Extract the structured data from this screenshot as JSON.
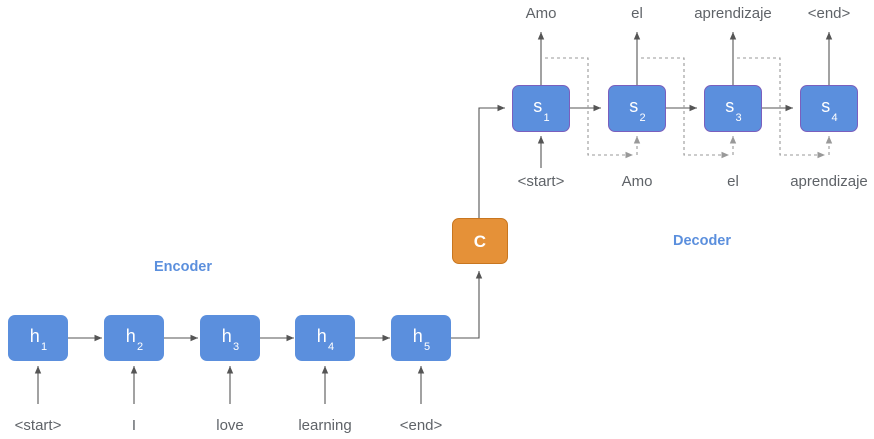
{
  "diagram": {
    "title": "Sequence-to-sequence encoder-decoder with context vector",
    "colors": {
      "encoder_fill": "#5b8fdd",
      "decoder_fill": "#5b8fdd",
      "decoder_stroke": "#7a5fbd",
      "context_fill": "#e59138",
      "context_stroke": "#c8761f",
      "label_text": "#5f6368",
      "section_label": "#5b8fdd",
      "wire": "#555555",
      "dotted_wire": "#999999",
      "background": "#ffffff"
    },
    "sections": {
      "encoder_label": "Encoder",
      "decoder_label": "Decoder"
    },
    "context": {
      "label": "C"
    },
    "encoder": {
      "cells": [
        {
          "base": "h",
          "sub": "1",
          "input": "<start>"
        },
        {
          "base": "h",
          "sub": "2",
          "input": "I"
        },
        {
          "base": "h",
          "sub": "3",
          "input": "love"
        },
        {
          "base": "h",
          "sub": "4",
          "input": "learning"
        },
        {
          "base": "h",
          "sub": "5",
          "input": "<end>"
        }
      ]
    },
    "decoder": {
      "cells": [
        {
          "base": "s",
          "sub": "1",
          "input": "<start>",
          "output": "Amo"
        },
        {
          "base": "s",
          "sub": "2",
          "input": "Amo",
          "output": "el"
        },
        {
          "base": "s",
          "sub": "3",
          "input": "el",
          "output": "aprendizaje"
        },
        {
          "base": "s",
          "sub": "4",
          "input": "aprendizaje",
          "output": "<end>"
        }
      ]
    }
  }
}
